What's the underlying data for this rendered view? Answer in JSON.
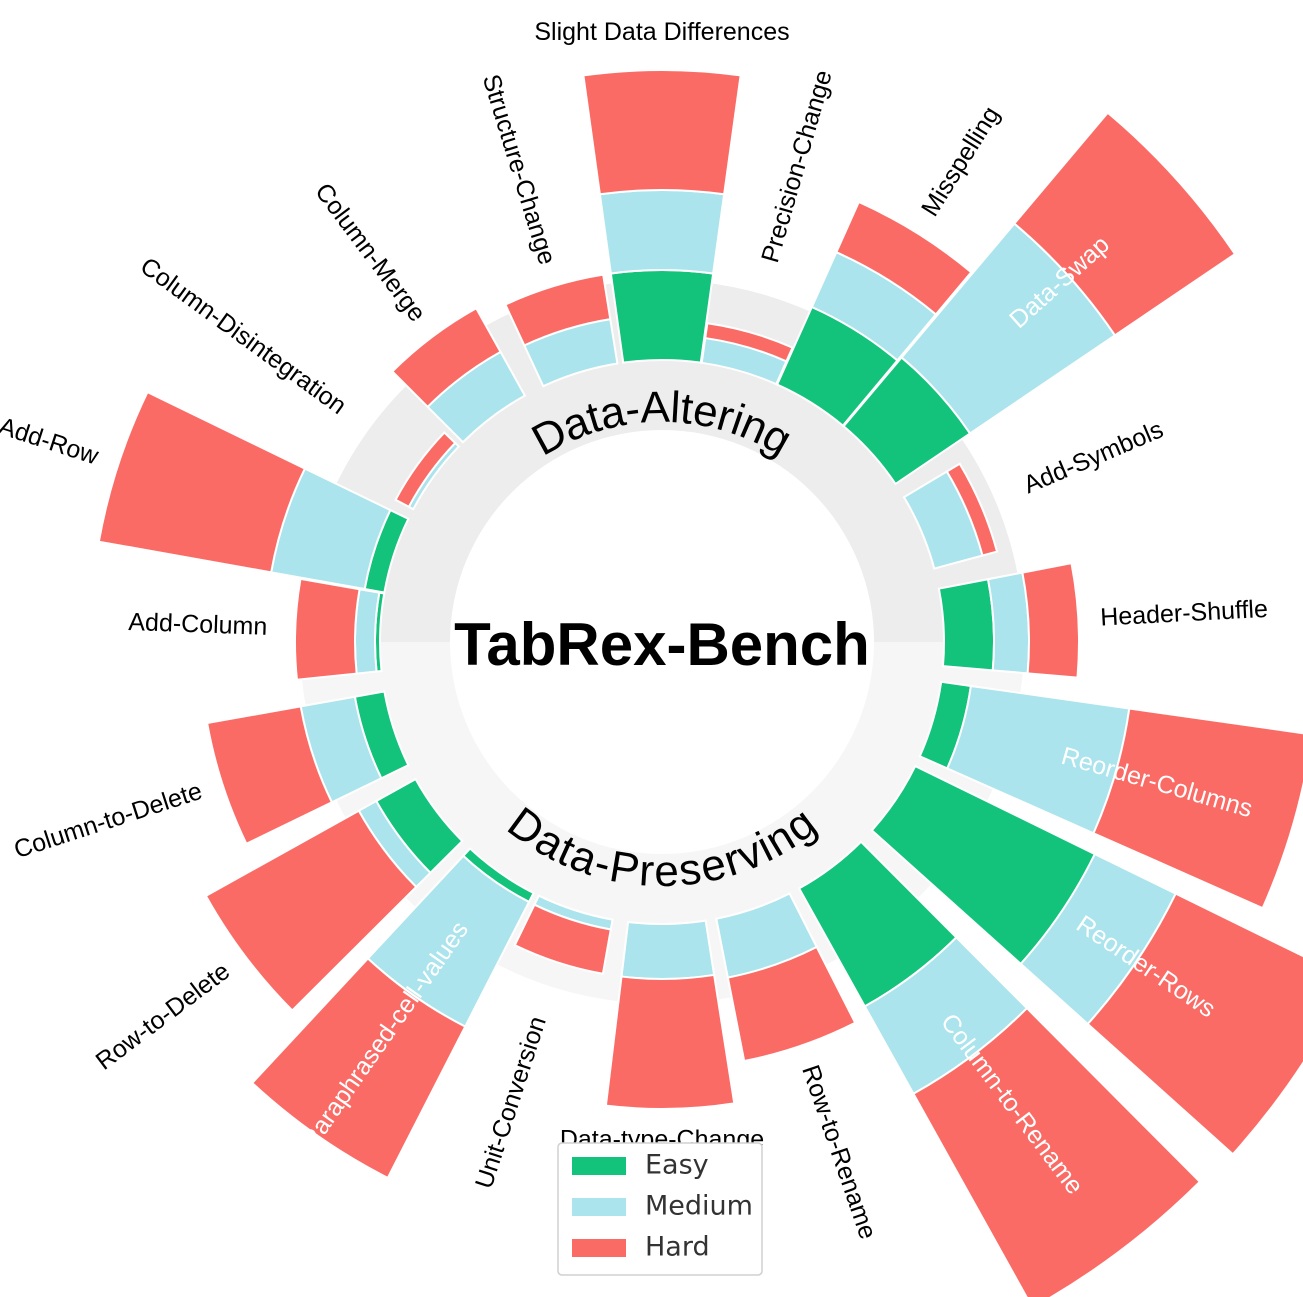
{
  "chart_data": {
    "type": "radial-stacked-bar",
    "title": "TabRex-Bench",
    "groups": [
      {
        "name": "Data-Altering",
        "start_deg": 270,
        "end_deg": 90
      },
      {
        "name": "Data-Preserving",
        "start_deg": 90,
        "end_deg": 270
      }
    ],
    "series_names": [
      "Easy",
      "Medium",
      "Hard"
    ],
    "categories": [
      {
        "name": "Slight Data Differences",
        "angle": 0,
        "group": 0,
        "easy": 90,
        "medium": 80,
        "hard": 120
      },
      {
        "name": "Precision-Change",
        "angle": 16,
        "group": 0,
        "easy": 0,
        "medium": 25,
        "hard": 15
      },
      {
        "name": "Misspelling",
        "angle": 32,
        "group": 0,
        "easy": 85,
        "medium": 60,
        "hard": 55
      },
      {
        "name": "Data-Swap",
        "angle": 48,
        "group": 0,
        "easy": 90,
        "medium": 175,
        "hard": 145
      },
      {
        "name": "Add-Symbols",
        "angle": 67,
        "group": 0,
        "easy": 0,
        "medium": 50,
        "hard": 15
      },
      {
        "name": "Header-Shuffle",
        "angle": 87,
        "group": 0,
        "easy": 50,
        "medium": 35,
        "hard": 50
      },
      {
        "name": "Reorder-Columns",
        "angle": 106,
        "group": 1,
        "easy": 30,
        "medium": 160,
        "hard": 185
      },
      {
        "name": "Reorder-Rows",
        "angle": 124,
        "group": 1,
        "easy": 200,
        "medium": 90,
        "hard": 195
      },
      {
        "name": "Column-to-Rename",
        "angle": 143,
        "group": 1,
        "easy": 135,
        "medium": 100,
        "hard": 245
      },
      {
        "name": "Row-to-Rename",
        "angle": 161,
        "group": 1,
        "easy": 0,
        "medium": 60,
        "hard": 85
      },
      {
        "name": "Data-type-Change",
        "angle": 179,
        "group": 1,
        "easy": 0,
        "medium": 55,
        "hard": 130
      },
      {
        "name": "Unit-Conversion",
        "angle": 198,
        "group": 1,
        "easy": 0,
        "medium": 10,
        "hard": 45
      },
      {
        "name": "Paraphrased-cell-values",
        "angle": 215,
        "group": 1,
        "easy": 10,
        "medium": 140,
        "hard": 170
      },
      {
        "name": "Row-to-Delete",
        "angle": 233,
        "group": 1,
        "easy": 45,
        "medium": 20,
        "hard": 175
      },
      {
        "name": "Column-to-Delete",
        "angle": 252,
        "group": 1,
        "easy": 30,
        "medium": 55,
        "hard": 95
      },
      {
        "name": "Add-Column",
        "angle": 272,
        "group": 0,
        "easy": 5,
        "medium": 20,
        "hard": 60
      },
      {
        "name": "Add-Row",
        "angle": 288,
        "group": 0,
        "easy": 20,
        "medium": 95,
        "hard": 175
      },
      {
        "name": "Column-Disintegration",
        "angle": 306,
        "group": 0,
        "easy": 0,
        "medium": 5,
        "hard": 15
      },
      {
        "name": "Column-Merge",
        "angle": 323,
        "group": 0,
        "easy": 0,
        "medium": 50,
        "hard": 50
      },
      {
        "name": "Structure-Change",
        "angle": 343,
        "group": 0,
        "easy": 0,
        "medium": 45,
        "hard": 45
      }
    ],
    "legend": {
      "position": "bottom-center",
      "items": [
        "Easy",
        "Medium",
        "Hard"
      ]
    }
  },
  "colors": {
    "easy": "#13c37c",
    "medium": "#abe4ec",
    "hard": "#fb6b66",
    "altering_band": "#ededed",
    "preserving_band": "#f6f6f6"
  }
}
